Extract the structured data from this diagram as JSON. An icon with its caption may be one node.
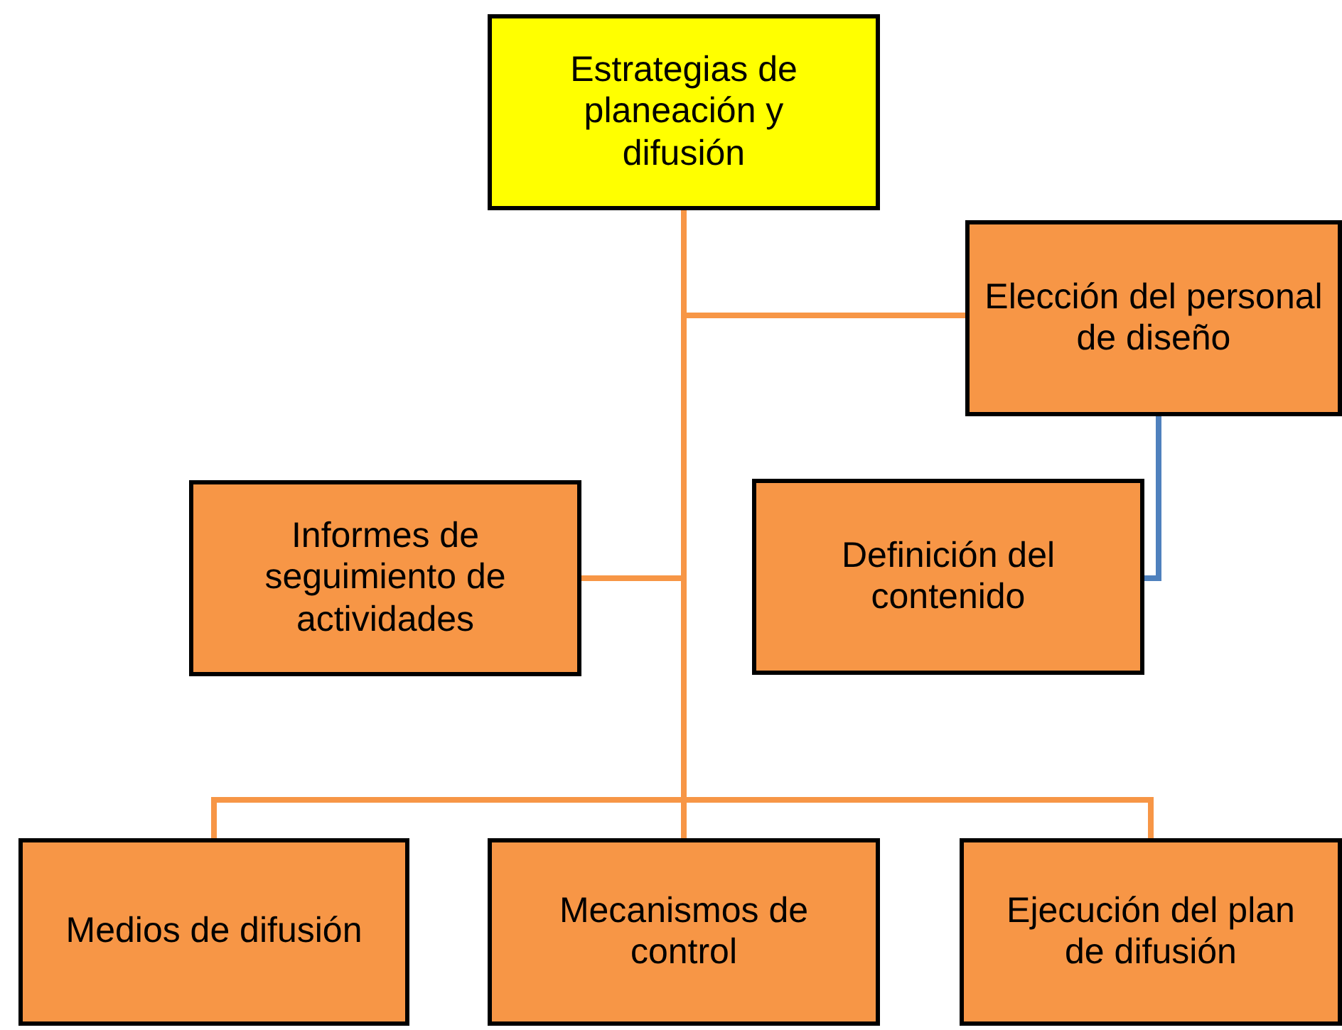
{
  "diagram": {
    "nodes": [
      {
        "text": [
          "Estrategias de planeación y difusión"
        ]
      },
      {
        "text": [
          "Elección del personal de diseño"
        ]
      },
      {
        "text": [
          "Informes de seguimiento de actividades"
        ]
      },
      {
        "text": [
          "Definición del contenido"
        ]
      },
      {
        "text": [
          "Medios de difusión"
        ]
      },
      {
        "text": [
          "Mecanismos de control"
        ]
      },
      {
        "text": [
          "Ejecución del plan de difusión"
        ]
      }
    ],
    "edges": [
      {
        "from": 0,
        "to": 1,
        "arrow": "none"
      },
      {
        "from": 0,
        "to": 2,
        "arrow": "none"
      },
      {
        "from": 1,
        "to": 3,
        "arrow": "none",
        "color": "#4f81bd"
      },
      {
        "from": 0,
        "to": 4,
        "arrow": "none"
      },
      {
        "from": 0,
        "to": 5,
        "arrow": "none"
      },
      {
        "from": 0,
        "to": 6,
        "arrow": "none"
      }
    ]
  }
}
